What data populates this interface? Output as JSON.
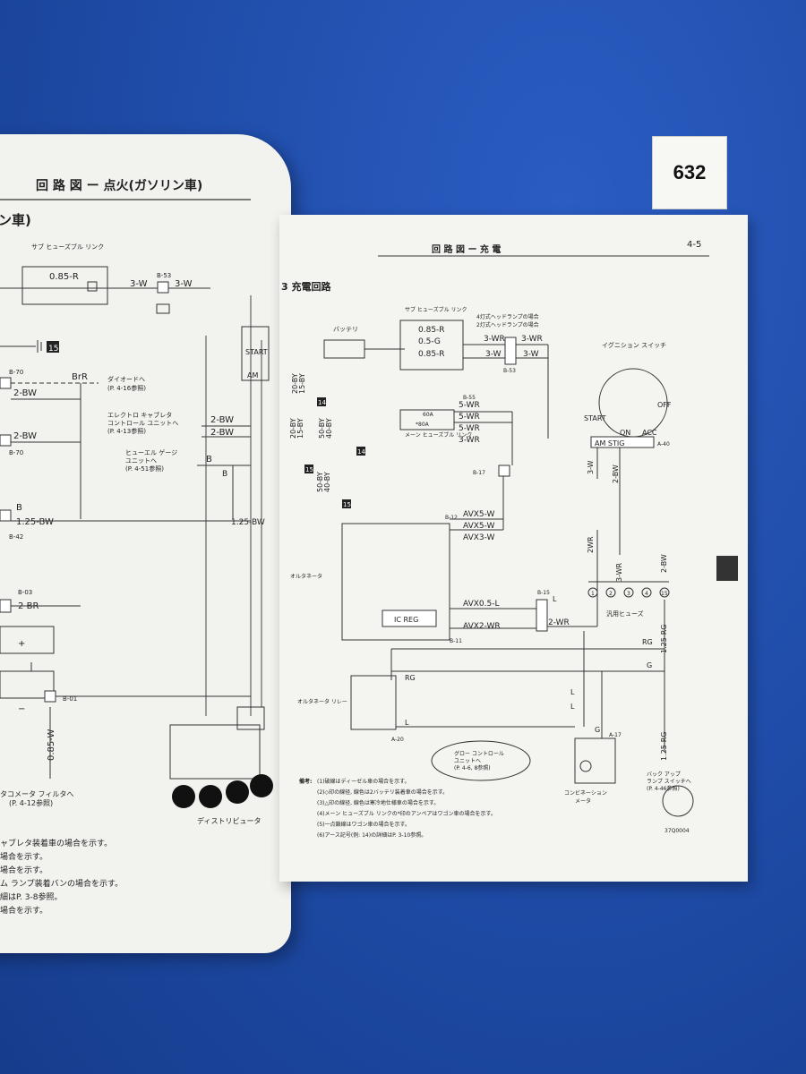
{
  "sticker": {
    "number": "632"
  },
  "left_page": {
    "header": "回 路 図 ー 点火(ガソリン車)",
    "subheader": "ン車)",
    "labels": {
      "sub_fusible_link": "サブ ヒューズブル リンク",
      "wire_085r": "0.85-R",
      "b53": "B-53",
      "w3a": "3-W",
      "w3b": "3-W",
      "ref15": "15",
      "b70a": "B-70",
      "brr": "BrR",
      "diode": "ダイオードへ",
      "diode_ref": "(P. 4-16参照)",
      "bw2a": "2-BW",
      "electro": "エレクトロ キャブレタ",
      "control_unit": "コントロール ユニットへ",
      "control_ref": "(P. 4-13参照)",
      "bw2b": "2-BW",
      "bw2c": "2-BW",
      "bw2d": "2-BW",
      "b70b": "B-70",
      "fuel_gauge": "ヒューエル ゲージ",
      "fuel_unit": "ユニットへ",
      "fuel_ref": "(P. 4-51参照)",
      "b_a": "B",
      "b_b": "B",
      "b_c": "B",
      "bw125a": "1.25-BW",
      "bw125b": "1.25-BW",
      "b42": "B-42",
      "b03": "B-03",
      "br2": "2-BR",
      "b01": "B-01",
      "w085": "0.85-W",
      "tacho": "タコメータ フィルタへ",
      "tacho_ref": "(P. 4-12参照)",
      "distributor": "ディストリビュータ",
      "start": "START",
      "am": "AM"
    },
    "notes": [
      "ャブレタ装着車の場合を示す。",
      "場合を示す。",
      "場合を示す。",
      "ム ランプ装着バンの場合を示す。",
      "細はP. 3-8参照。",
      "場合を示す。"
    ]
  },
  "right_page": {
    "header": "回 路 図 ー 充  電",
    "page_no": "4-5",
    "section_title": "3  充電回路",
    "labels": {
      "sub_fusible_link": "サブ ヒューズブル リンク",
      "note_4lamp": "4灯式ヘッドランプの場合",
      "note_2lamp": "2灯式ヘッドランプの場合",
      "battery": "バッテリ",
      "w085r_a": "0.85-R",
      "w05g": "0.5-G",
      "w085r_b": "0.85-R",
      "wr3a": "3-WR",
      "wr3b": "3-WR",
      "w3a": "3-W",
      "w3b": "3-W",
      "b53": "B-53",
      "ignition_switch": "イグニション スイッチ",
      "off": "OFF",
      "start": "START",
      "on": "ON",
      "acc": "ACC",
      "am_st_ig": "AM STIG",
      "a40": "A-40",
      "b55": "B-55",
      "wr5a": "5-WR",
      "wr5b": "5-WR",
      "wr5c": "5-WR",
      "wr3c": "3-WR",
      "fuse60a": "60A",
      "fuse80a": "*80A",
      "main_fusible_link": "メーン ヒューズブル リンク",
      "by20a": "20-BY",
      "by15a": "15-BY",
      "by20b": "20-BY",
      "by15b": "15-BY",
      "by50a": "50-BY",
      "by40a": "40-BY",
      "by50b": "50-BY",
      "by40b": "40-BY",
      "ref14a": "14",
      "ref14b": "14",
      "ref15a": "15",
      "ref15b": "15",
      "b17": "B-17",
      "b12": "B-12",
      "avx5w_a": "AVX5-W",
      "avx5w_b": "AVX5-W",
      "avx3w": "AVX3-W",
      "w3c": "3-W",
      "bw2a": "2-BW",
      "wr2": "2WR",
      "wr3d": "3-WR",
      "bw2b": "2-BW",
      "alternator": "オルタネータ",
      "avx05l": "AVX0.5-L",
      "avx2wr": "AVX2-WR",
      "b15": "B-15",
      "l_a": "L",
      "wr2b": "2-WR",
      "ic_reg": "IC REG",
      "b11": "B-11",
      "general_fuse": "汎用ヒューズ",
      "f1": "1",
      "f2": "2",
      "f3": "3",
      "f4": "4",
      "f15": "15",
      "rg125a": "1.25-RG",
      "rg_a": "RG",
      "rg_b": "RG",
      "g_a": "G",
      "g_b": "G",
      "l_b": "L",
      "l_c": "L",
      "l_d": "L",
      "alt_relay": "オルタネータ リレー",
      "a20": "A-20",
      "rg125b": "1.25-RG",
      "a17": "A-17",
      "glow_control": "グロー コントロール",
      "glow_unit": "ユニットへ",
      "glow_ref": "(P. 4-6, 8参照)",
      "combination": "コンビネーション",
      "meter": "メータ",
      "backup": "バック アップ",
      "backup2": "ランプ スイッチへ",
      "backup_ref": "(P. 4-46参照)",
      "code": "37Q0004"
    },
    "remarks_title": "備考:",
    "remarks": [
      "(1)破線はディーゼル車の場合を示す。",
      "(2)◇印の線径, 線色は2バッテリ装着車の場合を示す。",
      "(3)△印の線径, 線色は寒冷地仕様車の場合を示す。",
      "(4)メーン ヒューズブル リンクの*印のアンペアはワゴン車の場合を示す。",
      "(5)一点鎖線はワゴン車の場合を示す。",
      "(6)アース記号(例: 14)の詳細はP. 3-10参照。"
    ]
  }
}
